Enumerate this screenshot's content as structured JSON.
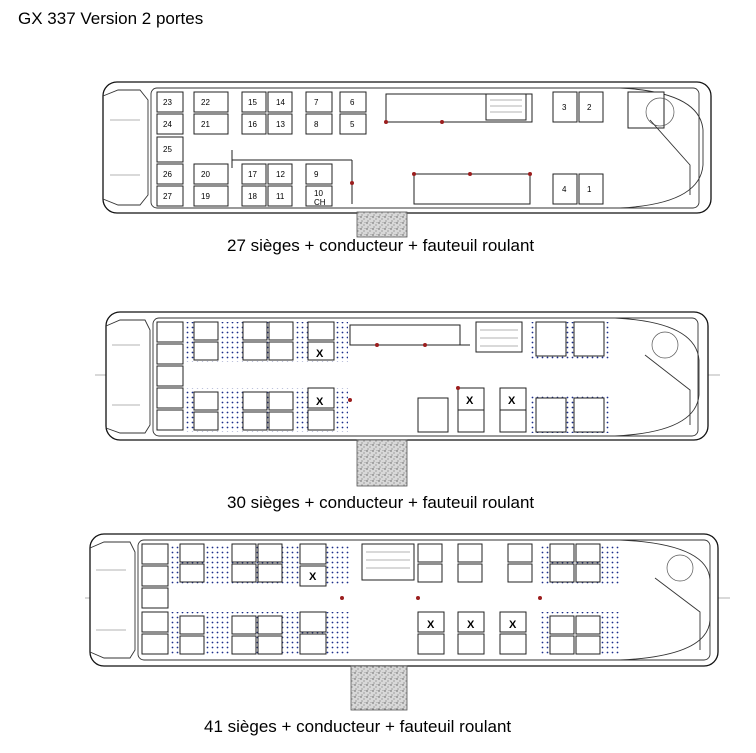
{
  "title": "GX 337 Version 2 portes",
  "layouts": [
    {
      "caption": "27 sièges + conducteur + fauteuil roulant",
      "seat_numbers": [
        "23",
        "22",
        "15",
        "14",
        "7",
        "6",
        "24",
        "21",
        "16",
        "13",
        "8",
        "5",
        "25",
        "26",
        "20",
        "17",
        "12",
        "9",
        "27",
        "19",
        "18",
        "11",
        "10",
        "CH",
        "3",
        "2",
        "4",
        "1"
      ]
    },
    {
      "caption": "30 sièges + conducteur + fauteuil roulant",
      "seat_markers": [
        "X",
        "X",
        "X",
        "X"
      ]
    },
    {
      "caption": "41 sièges + conducteur + fauteuil roulant",
      "seat_markers": [
        "X",
        "X",
        "X",
        "X"
      ]
    }
  ]
}
